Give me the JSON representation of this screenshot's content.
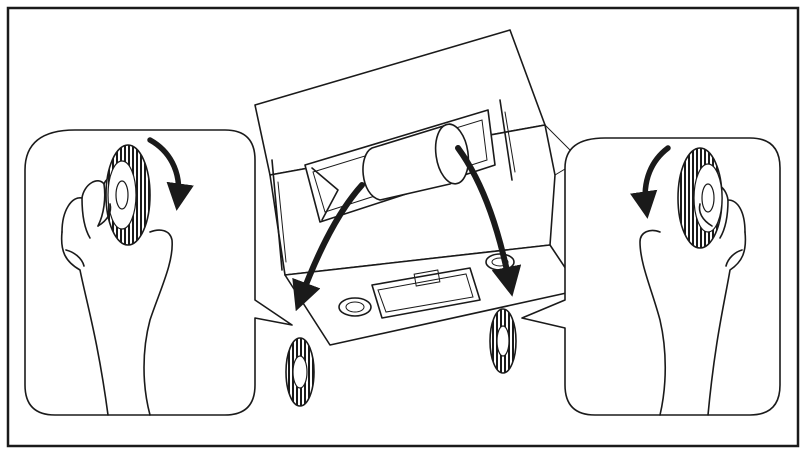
{
  "illustration": {
    "subject": "cooker-hood-carbon-filter-replacement",
    "line_color": "#1a1a1a",
    "background_color": "#ffffff",
    "filter_count": 2,
    "rotation_direction": "clockwise-to-install"
  }
}
